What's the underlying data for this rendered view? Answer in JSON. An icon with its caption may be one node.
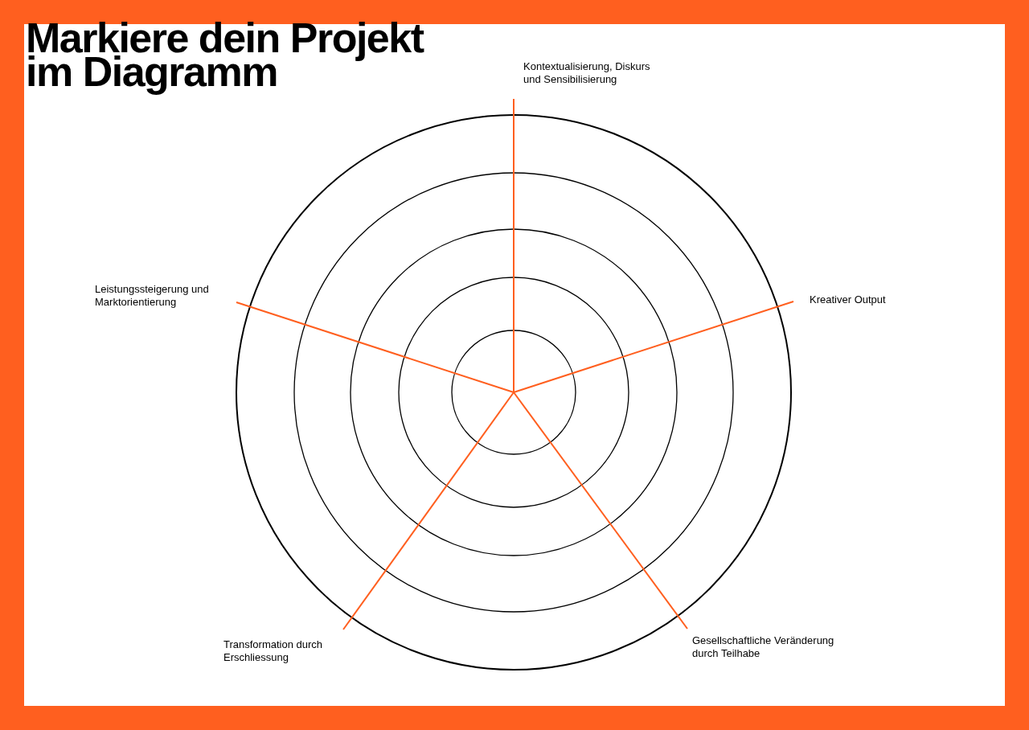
{
  "diagram": {
    "title": "Markiere dein Projekt im Diagramm",
    "labels": [
      "Kontextualisierung, Diskurs und Sensibilisierung",
      "Kreativer Output",
      "Gesellschaftliche Veränderung durch Teilhabe",
      "Transformation durch Erschliessung",
      "Leistungssteigerung und Marktorientierung"
    ]
  }
}
